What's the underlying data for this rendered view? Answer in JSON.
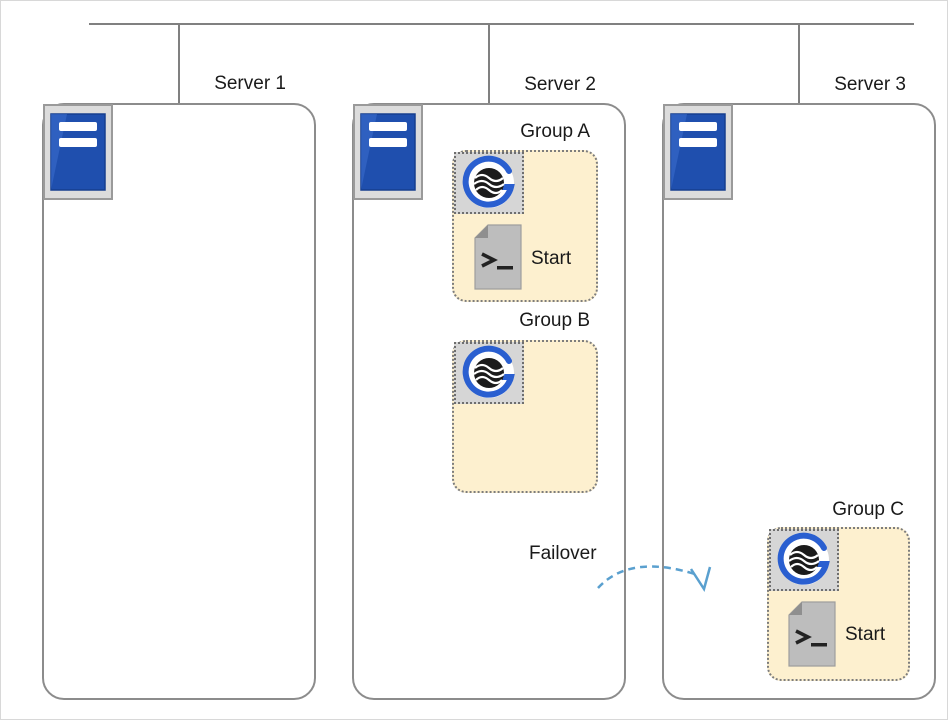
{
  "servers": [
    {
      "label": "Server 1"
    },
    {
      "label": "Server 2"
    },
    {
      "label": "Server 3"
    }
  ],
  "groups": [
    {
      "label": "Group A",
      "resource_label": "Start"
    },
    {
      "label": "Group B"
    },
    {
      "label": "Group C",
      "resource_label": "Start"
    }
  ],
  "failover": {
    "label": "Failover"
  },
  "icons": {
    "server": "server-icon",
    "group_resource": "cluster-resource-icon",
    "script": "script-icon"
  },
  "colors": {
    "group_fill": "#fdf0cf",
    "server_icon_blue": "#1f4fae",
    "failover_arrow": "#5aa0cf",
    "wire": "#808080"
  }
}
